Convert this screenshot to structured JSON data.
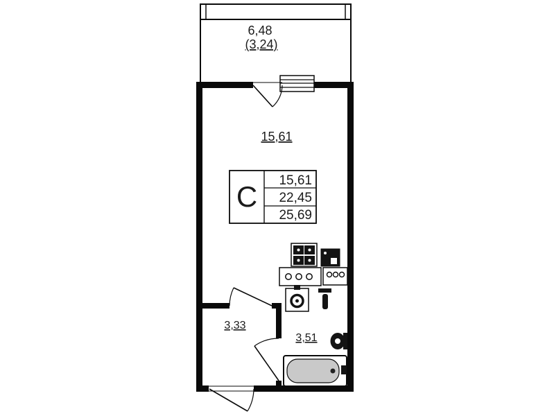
{
  "balcony": {
    "area": "6,48",
    "area_reduced": "(3,24)"
  },
  "living_room": {
    "area": "15,61"
  },
  "hallway": {
    "area": "3,33"
  },
  "bathroom": {
    "area": "3,51"
  },
  "legend": {
    "letter": "C",
    "rows": [
      "15,61",
      "22,45",
      "25,69"
    ]
  },
  "colors": {
    "wall": "#0a0a0a",
    "text": "#1b1b1b",
    "background": "#ffffff",
    "fixture": "#141414",
    "tub_fill": "#c9c9c9"
  }
}
